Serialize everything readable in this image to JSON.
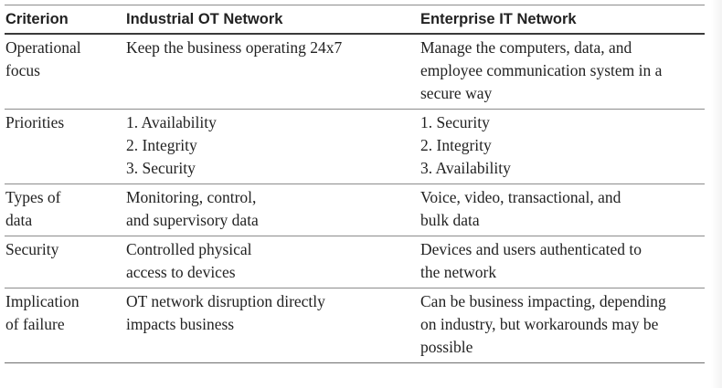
{
  "table": {
    "headers": [
      "Criterion",
      "Industrial OT Network",
      "Enterprise IT Network"
    ],
    "rows": [
      {
        "criterion": [
          "Operational",
          "focus"
        ],
        "ot": [
          "Keep the business operating 24x7"
        ],
        "it": [
          "Manage the computers, data, and",
          "employee communication system in a",
          "secure way"
        ]
      },
      {
        "criterion": [
          "Priorities"
        ],
        "ot": [
          "1. Availability",
          "2. Integrity",
          "3. Security"
        ],
        "it": [
          "1. Security",
          "2. Integrity",
          "3. Availability"
        ]
      },
      {
        "criterion": [
          "Types of",
          "data"
        ],
        "ot": [
          "Monitoring, control,",
          "and supervisory data"
        ],
        "it": [
          "Voice, video, transactional, and",
          "bulk data"
        ]
      },
      {
        "criterion": [
          "Security"
        ],
        "ot": [
          "Controlled physical",
          "access to devices"
        ],
        "it": [
          "Devices and users authenticated to",
          "the network"
        ]
      },
      {
        "criterion": [
          "Implication",
          "of failure"
        ],
        "ot": [
          "OT network disruption directly",
          "impacts business"
        ],
        "it": [
          "Can be business impacting, depending",
          "on industry, but workarounds may be",
          "possible"
        ]
      }
    ]
  }
}
